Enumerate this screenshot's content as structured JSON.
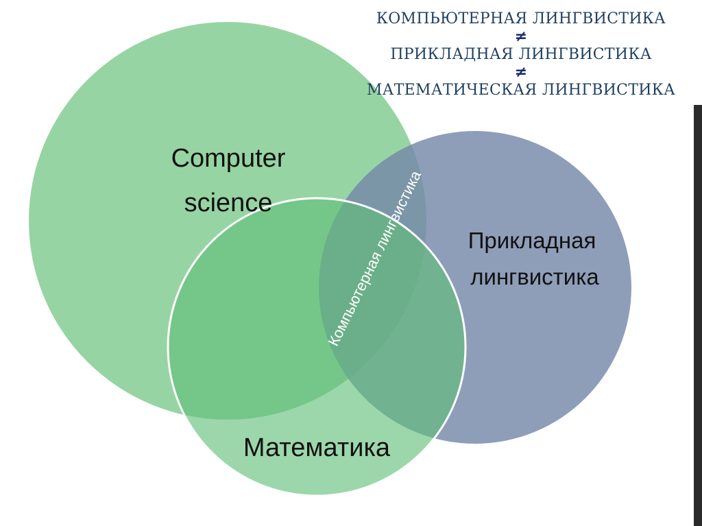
{
  "headline": {
    "line_1": "КОМПЬЮТЕРНАЯ ЛИНГВИСТИКА",
    "neq_1": "≠",
    "line_2": "ПРИКЛАДНАЯ ЛИНГВИСТИКА",
    "neq_2": "≠",
    "line_3": "МАТЕМАТИЧЕСКАЯ ЛИНГВИСТИКА"
  },
  "venn": {
    "computer_science": {
      "label_line_1": "Computer",
      "label_line_2": "science",
      "color": "#8fd19e"
    },
    "applied_linguistics": {
      "label_line_1": "Прикладная",
      "label_line_2": "лингвистика",
      "color": "#7f93ad"
    },
    "mathematics": {
      "label": "Математика",
      "color": "#7ccf8c"
    },
    "intersection_label": "Компьютерная лингвистика"
  }
}
